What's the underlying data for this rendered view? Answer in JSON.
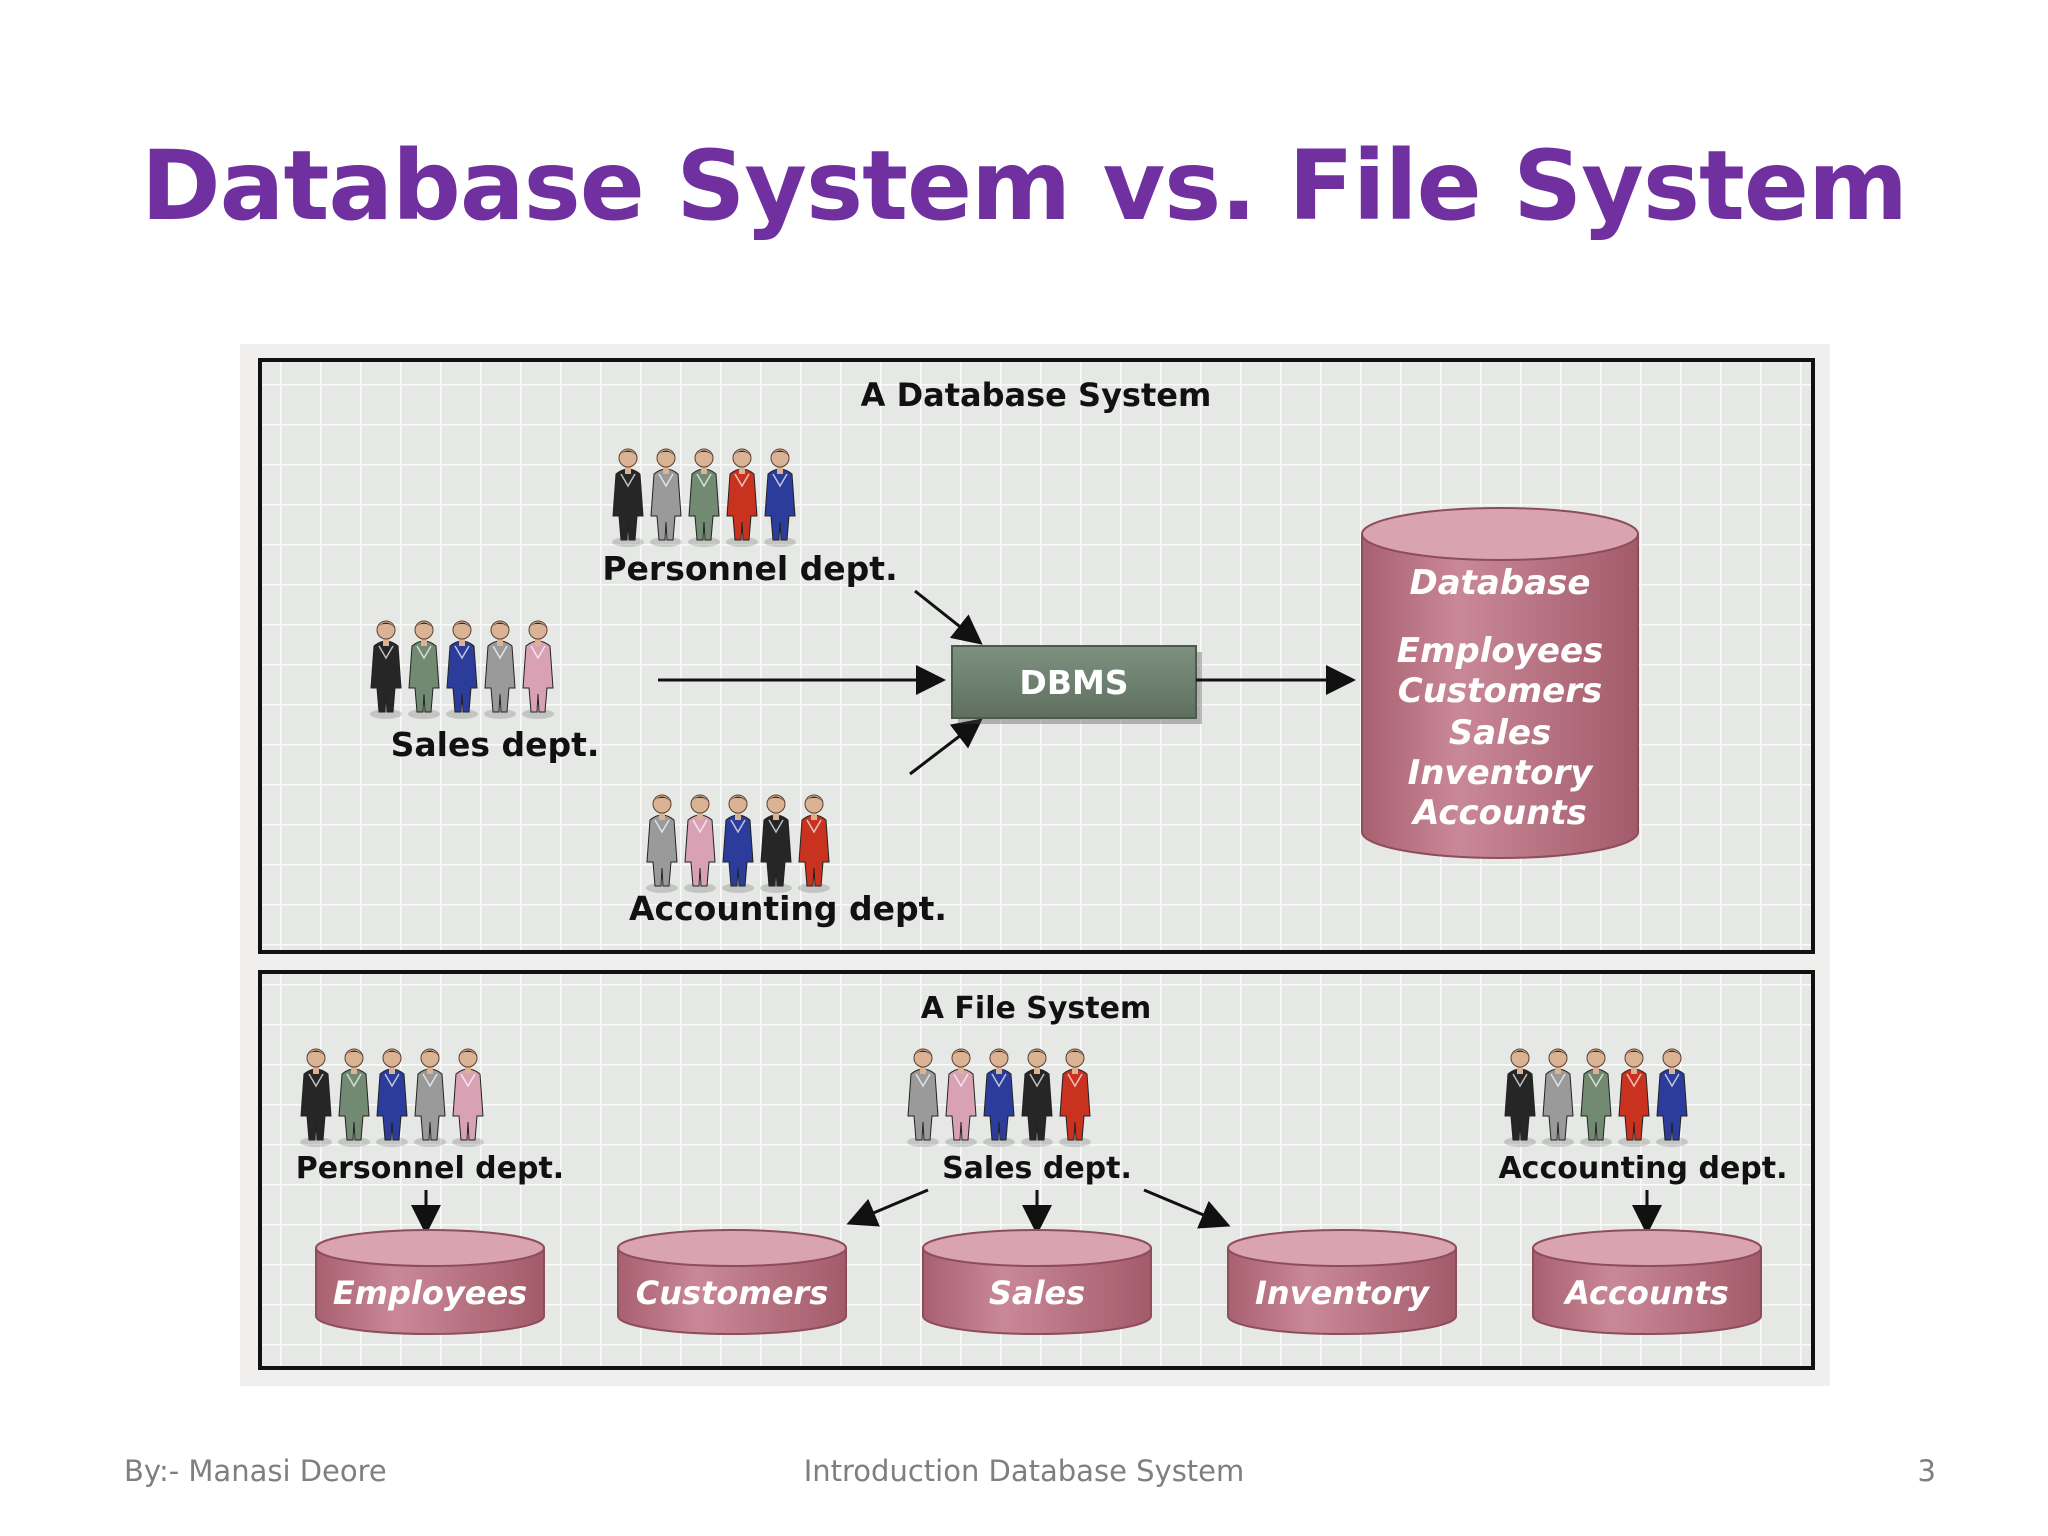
{
  "slide": {
    "title": "Database System vs. File System",
    "footer_left": "By:- Manasi Deore",
    "footer_center": "Introduction Database System",
    "page_number": "3"
  },
  "database_panel": {
    "title": "A Database System",
    "personnel_label": "Personnel dept.",
    "sales_label": "Sales dept.",
    "accounting_label": "Accounting dept.",
    "dbms_label": "DBMS",
    "database_title": "Database",
    "database_items": [
      "Employees",
      "Customers",
      "Sales",
      "Inventory",
      "Accounts"
    ]
  },
  "file_panel": {
    "title": "A File System",
    "personnel_label": "Personnel dept.",
    "sales_label": "Sales dept.",
    "accounting_label": "Accounting dept.",
    "files": [
      "Employees",
      "Customers",
      "Sales",
      "Inventory",
      "Accounts"
    ]
  },
  "colors": {
    "title": "#7030a0",
    "cylinder": "#c07b8a",
    "cylinder_top": "#d69aa7",
    "dbms_box": "#6f8170",
    "person_colors": [
      "#262626",
      "#9a9a9a",
      "#728a72",
      "#c8321e",
      "#2c3c9a",
      "#d8a2b4"
    ]
  }
}
